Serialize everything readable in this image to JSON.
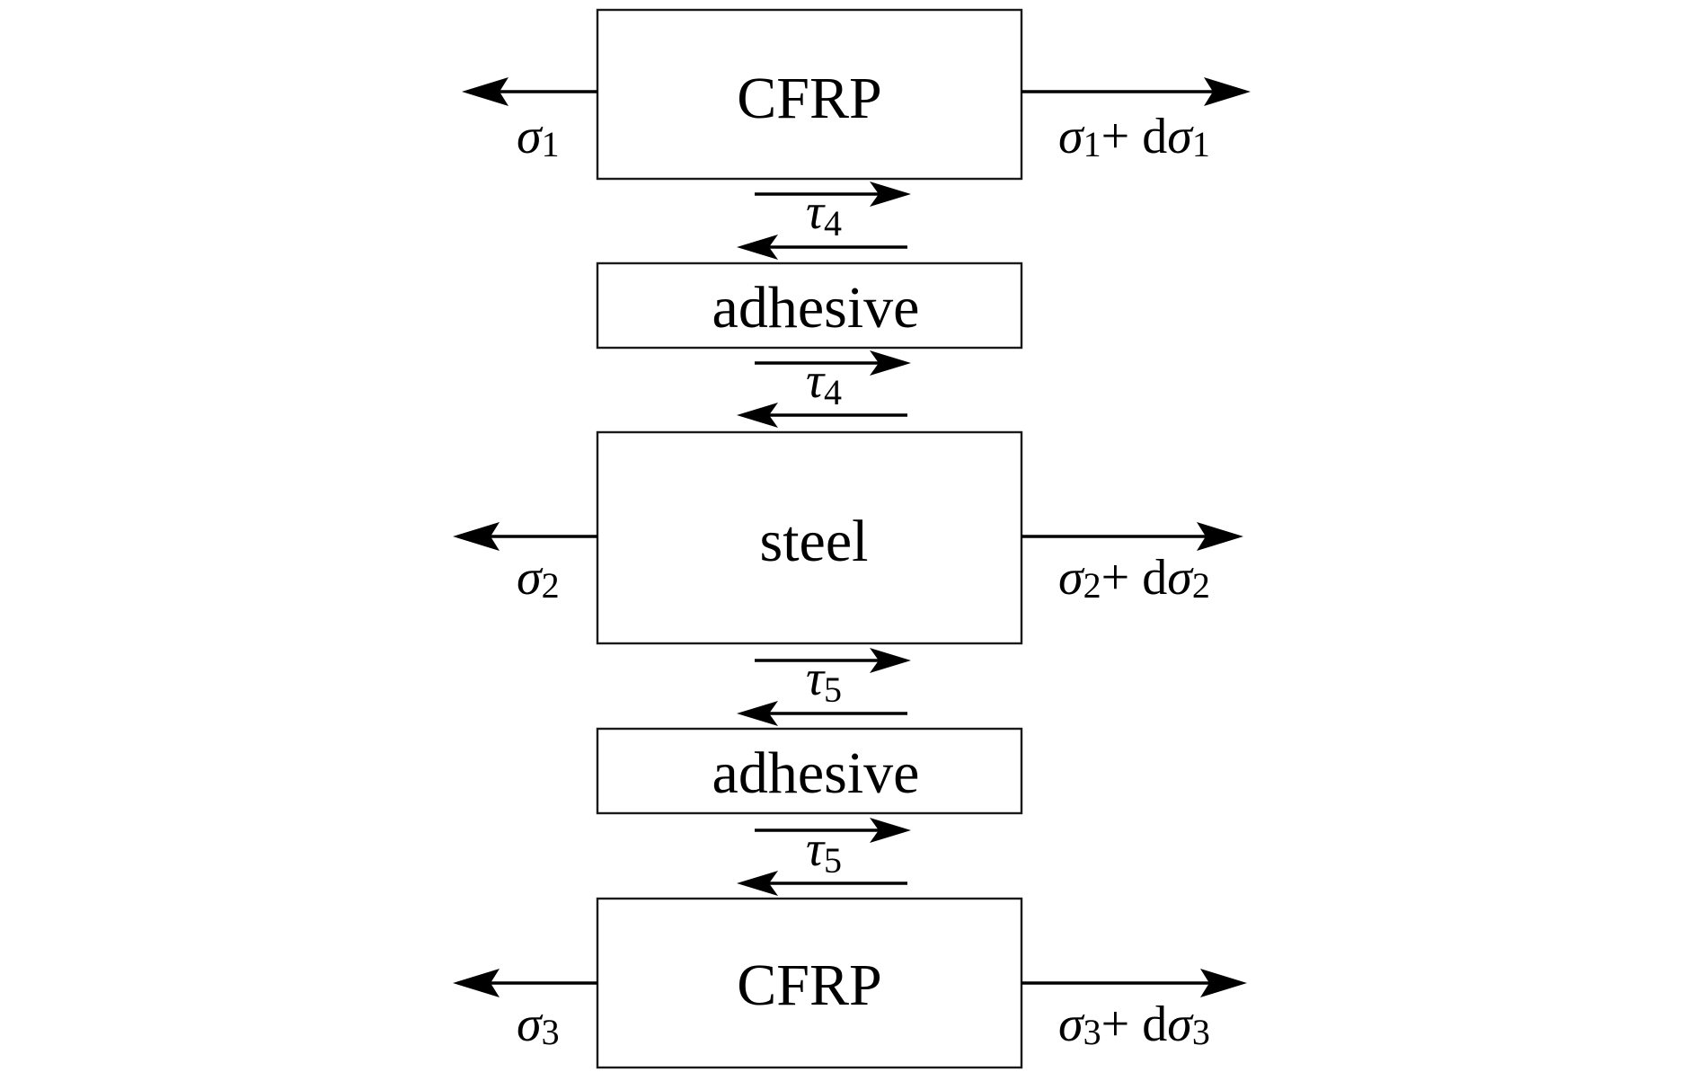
{
  "layers": [
    {
      "name": "cfrp-top",
      "label": "CFRP"
    },
    {
      "name": "adhesive-top",
      "label": "adhesive"
    },
    {
      "name": "steel",
      "label": "steel"
    },
    {
      "name": "adhesive-bottom",
      "label": "adhesive"
    },
    {
      "name": "cfrp-bottom",
      "label": "CFRP"
    }
  ],
  "stresses": [
    {
      "symbol": "σ",
      "sub": "1",
      "right_plus": "+ d",
      "right_symbol": "σ",
      "right_sub": "1"
    },
    {
      "symbol": "σ",
      "sub": "2",
      "right_plus": "+ d",
      "right_symbol": "σ",
      "right_sub": "2"
    },
    {
      "symbol": "σ",
      "sub": "3",
      "right_plus": "+ d",
      "right_symbol": "σ",
      "right_sub": "3"
    }
  ],
  "shears": [
    {
      "symbol": "τ",
      "sub": "4"
    },
    {
      "symbol": "τ",
      "sub": "4"
    },
    {
      "symbol": "τ",
      "sub": "5"
    },
    {
      "symbol": "τ",
      "sub": "5"
    }
  ]
}
